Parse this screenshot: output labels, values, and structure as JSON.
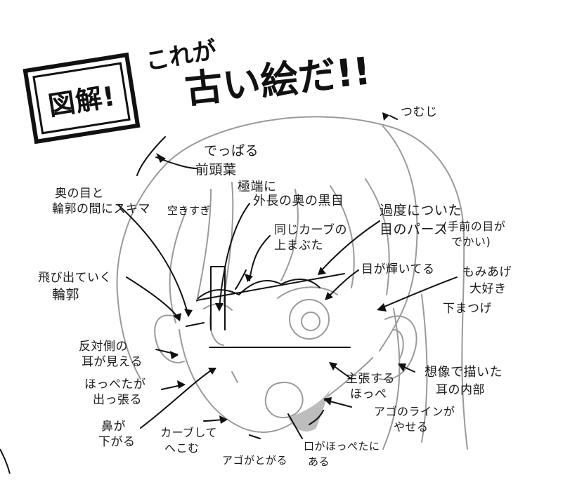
{
  "colors": {
    "ink": "#111111",
    "sketch": "#9a9a9a",
    "shade": "#bdbdbd",
    "paper": "#ffffff"
  },
  "title": {
    "badge": "図解!",
    "line1": "これが",
    "line2": "古い絵だ!!"
  },
  "labels": {
    "tsumuji": "つむじ",
    "deppari_1": "でっぱる",
    "deppari_2": "前頭葉",
    "kyokutan_1": "極端に",
    "kyokutan_2": "外長の奥の黒目",
    "oku_1": "奥の目と",
    "oku_2": "輪郭の間にスキマ",
    "oku_3": "空きすぎ",
    "kado_1": "過度についた",
    "kado_2": "目のパース",
    "kado_3": "(手前の目が",
    "kado_4": "でかい)",
    "onaji_1": "同じカーブの",
    "onaji_2": "上まぶた",
    "hikari": "目が輝いてる",
    "momiage_1": "もみあげ",
    "momiage_2": "大好き",
    "shita": "下まつげ",
    "tobi_1": "飛び出ていく",
    "tobi_2": "輪郭",
    "hantai_1": "反対側の",
    "hantai_2": "耳が見える",
    "hoppe_1": "ほっぺたが",
    "hoppe_2": "出っ張る",
    "shucho_1": "主張する",
    "shucho_2": "ほっぺ",
    "souzou_1": "想像で描いた",
    "souzou_2": "耳の内部",
    "hana_1": "鼻が",
    "hana_2": "下がる",
    "curve_1": "カーブして",
    "curve_2": "へこむ",
    "ago_1": "アゴのラインが",
    "ago_2": "やせる",
    "kuchi_1": "口がほっぺたに",
    "kuchi_2": "ある",
    "ago_toga": "アゴがとがる"
  }
}
